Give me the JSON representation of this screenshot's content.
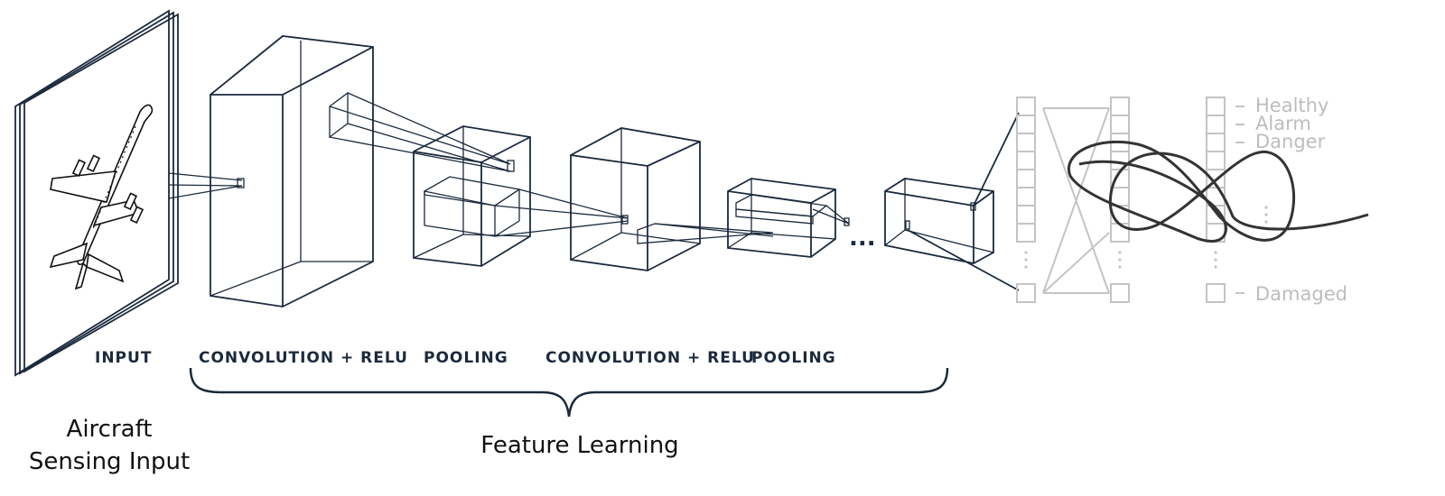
{
  "stages": {
    "input": "INPUT",
    "conv1": "CONVOLUTION + RELU",
    "pool1": "POOLING",
    "conv2": "CONVOLUTION + RELU",
    "pool2": "POOLING"
  },
  "ellipsis": "...",
  "classes": {
    "healthy": "Healthy",
    "alarm": "Alarm",
    "danger": "Danger",
    "damaged": "Damaged"
  },
  "captions": {
    "input_line1": "Aircraft",
    "input_line2": "Sensing Input",
    "feature_learning": "Feature Learning"
  },
  "colors": {
    "structure": "#1b2a3d",
    "fully_connected": "#c4c4c4",
    "accent": "#2a6fa8",
    "scribble": "#333333"
  }
}
